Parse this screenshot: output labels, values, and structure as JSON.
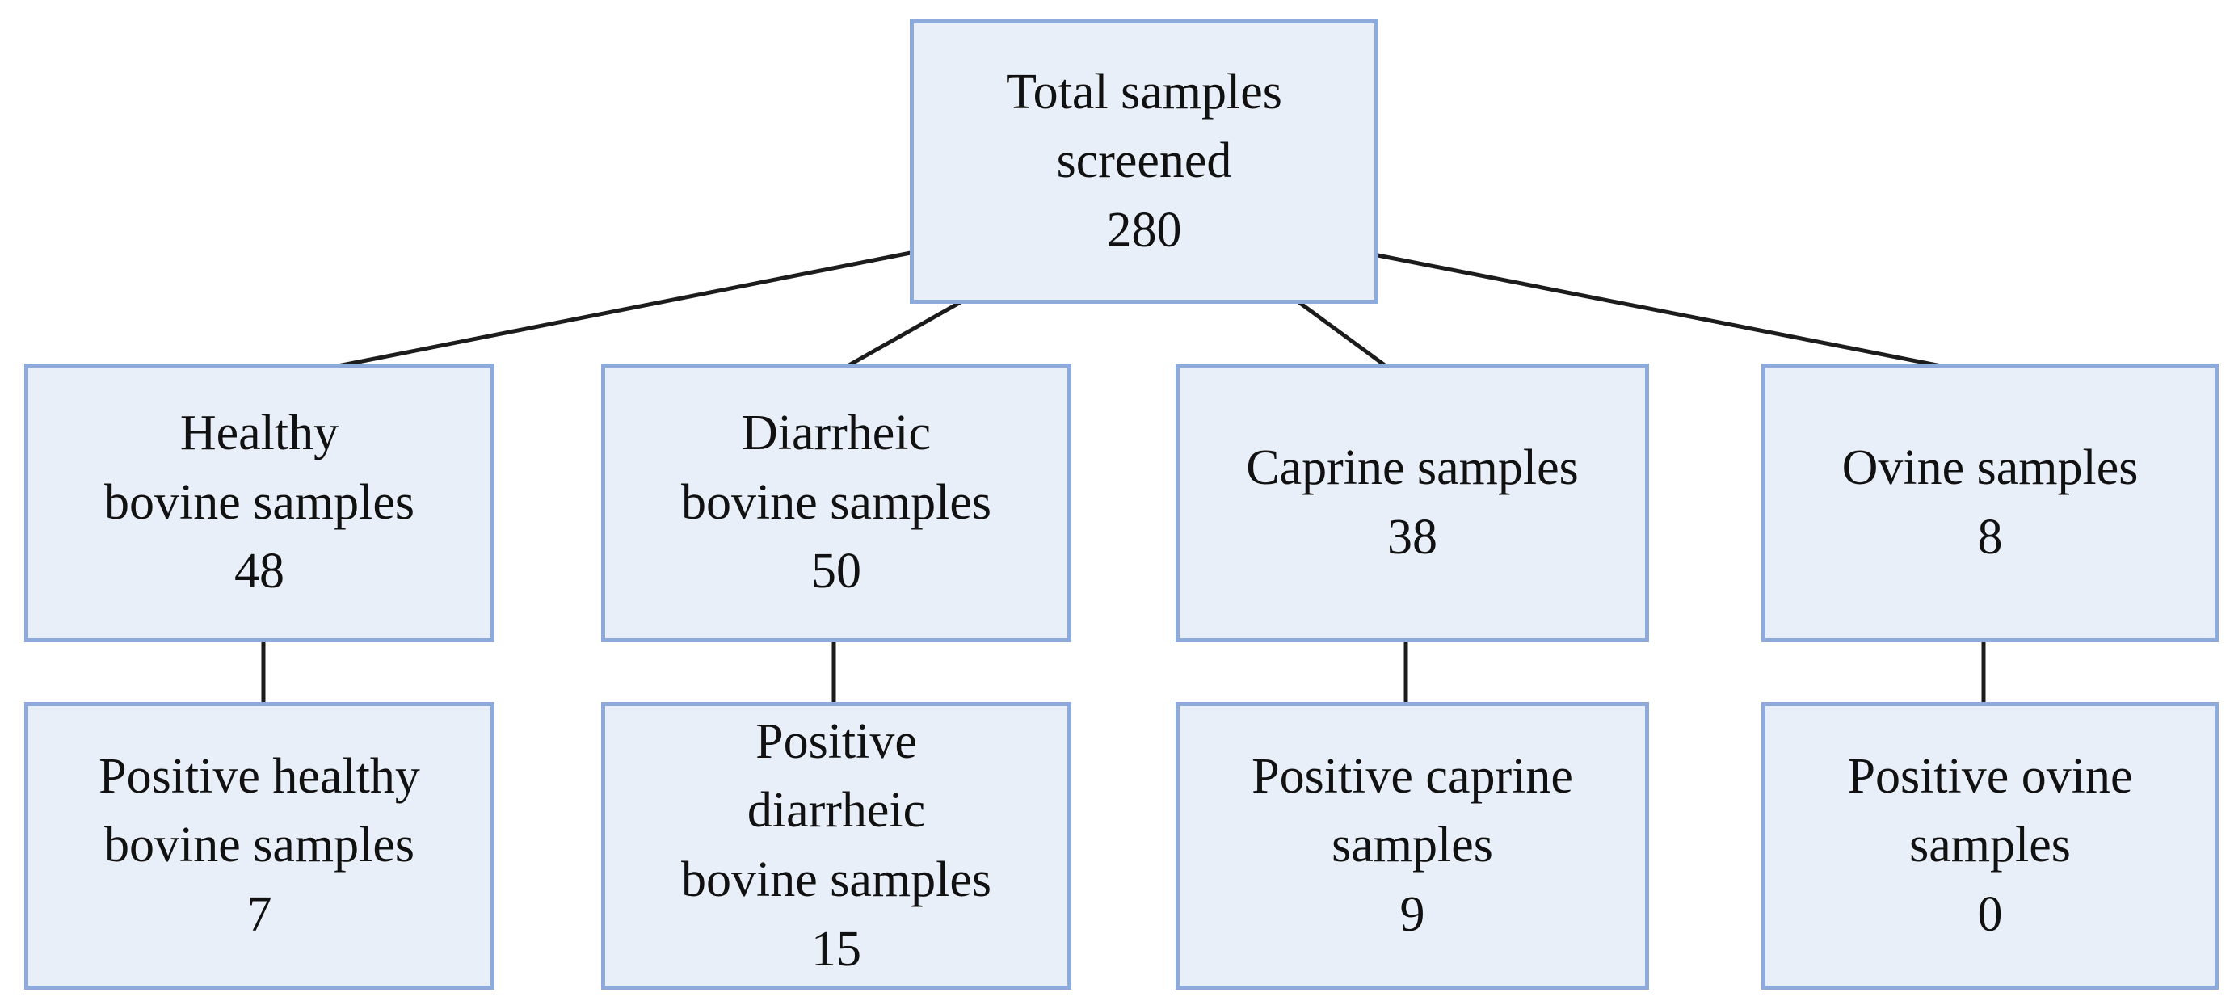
{
  "diagram": {
    "colors": {
      "background": "#ffffff",
      "box_fill": "#e9eff9",
      "box_border": "#8eaadb",
      "connector": "#1c1c1c",
      "text": "#111111"
    },
    "nodes": {
      "total": {
        "lines": [
          "Total samples",
          "screened",
          "280"
        ],
        "value": 280
      },
      "healthy": {
        "lines": [
          "Healthy",
          "bovine samples",
          "48"
        ],
        "value": 48
      },
      "diarrheic": {
        "lines": [
          "Diarrheic",
          "bovine samples",
          "50"
        ],
        "value": 50
      },
      "caprine": {
        "lines": [
          "Caprine samples",
          "38"
        ],
        "value": 38
      },
      "ovine": {
        "lines": [
          "Ovine samples",
          "8"
        ],
        "value": 8
      },
      "positive_healthy": {
        "lines": [
          "Positive healthy",
          "bovine samples",
          "7"
        ],
        "value": 7
      },
      "positive_diarrheic": {
        "lines": [
          "Positive",
          "diarrheic",
          "bovine samples",
          "15"
        ],
        "value": 15
      },
      "positive_caprine": {
        "lines": [
          "Positive caprine",
          "samples",
          "9"
        ],
        "value": 9
      },
      "positive_ovine": {
        "lines": [
          "Positive ovine",
          "samples",
          "0"
        ],
        "value": 0
      }
    },
    "edges": [
      {
        "from": "total",
        "to": "healthy"
      },
      {
        "from": "total",
        "to": "diarrheic"
      },
      {
        "from": "total",
        "to": "caprine"
      },
      {
        "from": "total",
        "to": "ovine"
      },
      {
        "from": "healthy",
        "to": "positive_healthy"
      },
      {
        "from": "diarrheic",
        "to": "positive_diarrheic"
      },
      {
        "from": "caprine",
        "to": "positive_caprine"
      },
      {
        "from": "ovine",
        "to": "positive_ovine"
      }
    ]
  }
}
